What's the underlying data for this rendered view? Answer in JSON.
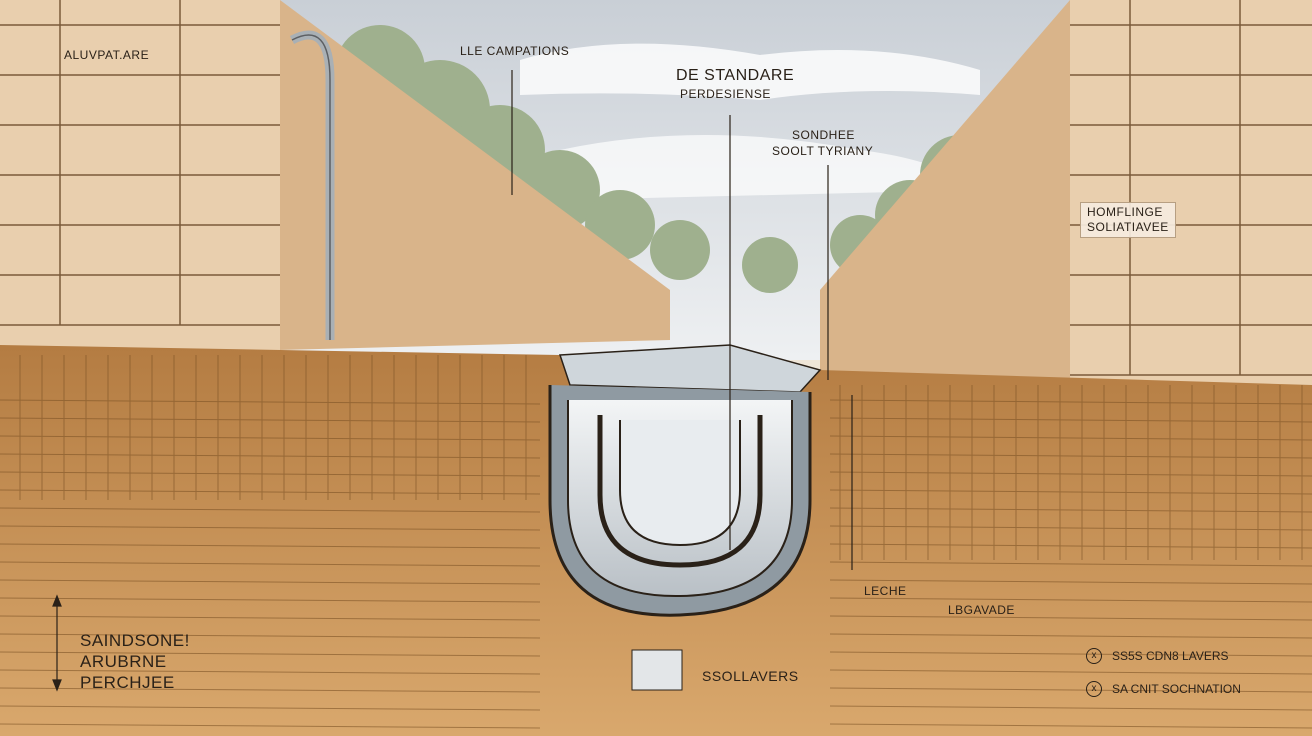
{
  "labels": {
    "top_left": "ALUVPAT.ARE",
    "campaigns": "LLE CAMPATIONS",
    "standard_title": "DE STANDARE",
    "standard_sub": "PERDESIENSE",
    "soil_type_1": "SONDHEE",
    "soil_type_2": "SOOLT TYRIANY",
    "right_box_1": "HOMFLINGE",
    "right_box_2": "SOLIATIAVEE",
    "sandstone_1": "SAINDSONE!",
    "sandstone_2": "ARUBRNE",
    "sandstone_3": "PERCHJEE",
    "soil_layers": "SSOLLAVERS",
    "leche": "LECHE",
    "lbgavade": "LBGAVADE"
  },
  "legend": [
    {
      "mark": "x",
      "text": "SS5S CDN8 LAVERS"
    },
    {
      "mark": "x",
      "text": "SA CNIT SOCHNATION"
    }
  ],
  "colors": {
    "sky": "#d9dde2",
    "stone": "#e6c9a4",
    "stone_dark": "#c99f73",
    "soil": "#c08a4f",
    "soil_dark": "#9a6a35",
    "channel": "#dfe3e6",
    "line": "#2a2118"
  }
}
